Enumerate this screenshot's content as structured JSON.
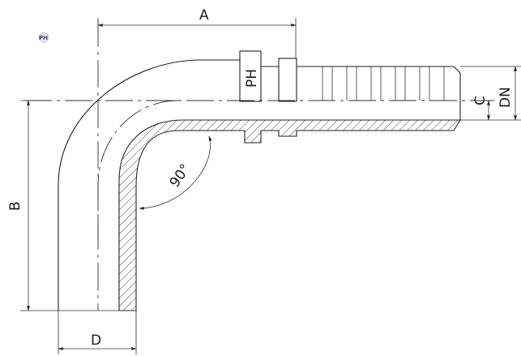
{
  "logo": {
    "text": "PH",
    "color": "#3a3f73"
  },
  "dimensions": {
    "a": "A",
    "b": "B",
    "c": "C",
    "d": "D",
    "dn": "DN",
    "angle": "90°"
  },
  "ferrule_marking": "PH",
  "colors": {
    "line": "#222222",
    "hatch": "#444444",
    "background": "#ffffff"
  }
}
